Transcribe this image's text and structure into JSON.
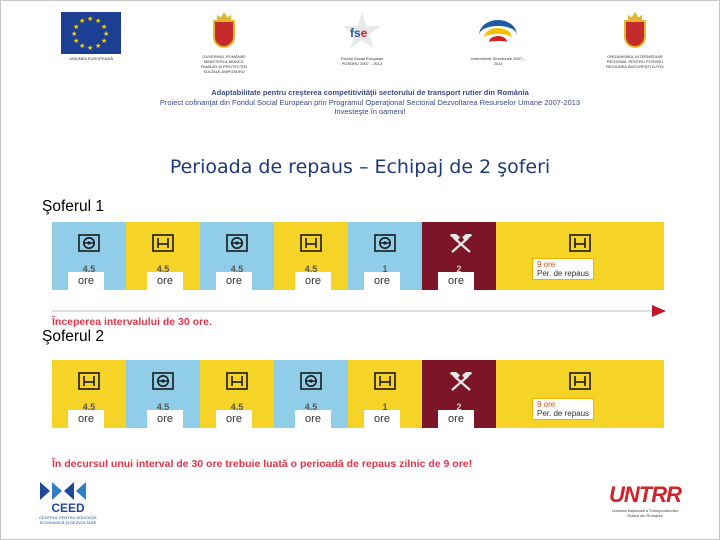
{
  "header": {
    "logos": [
      {
        "icon": "eu-flag-icon",
        "caption": "UNIUNEA EUROPEANĂ"
      },
      {
        "icon": "romania-coat-of-arms-icon",
        "caption": "GUVERNUL ROMÂNIEI MINISTERUL MUNCII, FAMILIEI ŞI PROTECŢIEI SOCIALE AMPOSDRU"
      },
      {
        "icon": "fse-logo-icon",
        "caption": "Fondul Social European POSDRU 2007 – 2013"
      },
      {
        "icon": "structural-instruments-logo-icon",
        "caption": "Instrumente Structurale 2007 – 2013"
      },
      {
        "icon": "oirposdru-coat-of-arms-icon",
        "caption": "ORGANISMUL INTERMEDIAR REGIONAL PENTRU POSDRU REGIUNEA BUCUREŞTI ILFOV"
      }
    ],
    "project_line1": "Adaptabilitate pentru creşterea competitivităţii sectorului de transport rutier din România",
    "project_line2": "Proiect cofinanţat din Fondul Social European prin Programul Operaţional Sectorial Dezvoltarea Resurselor Umane 2007-2013",
    "project_line3": "Investeşte în oameni!"
  },
  "title": "Perioada de repaus – Echipaj de 2 şoferi",
  "drivers": [
    {
      "label": "Şoferul 1",
      "segments": [
        {
          "kind": "drive",
          "icon": "steering-wheel-icon",
          "hours": "4,5",
          "unit": "ore"
        },
        {
          "kind": "rest",
          "icon": "bed-icon",
          "hours": "4,5",
          "unit": "ore"
        },
        {
          "kind": "drive",
          "icon": "steering-wheel-icon",
          "hours": "4,5",
          "unit": "ore"
        },
        {
          "kind": "rest",
          "icon": "bed-icon",
          "hours": "4,5",
          "unit": "ore"
        },
        {
          "kind": "drive",
          "icon": "steering-wheel-icon",
          "hours": "1",
          "unit": "ore"
        },
        {
          "kind": "work",
          "icon": "crossed-hammers-icon",
          "hours": "2",
          "unit": "ore"
        },
        {
          "kind": "pause",
          "icon": "bed-icon"
        }
      ],
      "rest_hours": "9 ore",
      "rest_label": "Per. de repaus"
    },
    {
      "label": "Şoferul 2",
      "segments": [
        {
          "kind": "rest",
          "icon": "bed-icon",
          "hours": "4,5",
          "unit": "ore"
        },
        {
          "kind": "drive",
          "icon": "steering-wheel-icon",
          "hours": "4,5",
          "unit": "ore"
        },
        {
          "kind": "rest",
          "icon": "bed-icon",
          "hours": "4,5",
          "unit": "ore"
        },
        {
          "kind": "drive",
          "icon": "steering-wheel-icon",
          "hours": "4,5",
          "unit": "ore"
        },
        {
          "kind": "rest",
          "icon": "bed-icon",
          "hours": "1",
          "unit": "ore"
        },
        {
          "kind": "work",
          "icon": "crossed-hammers-icon",
          "hours": "2",
          "unit": "ore"
        },
        {
          "kind": "pause",
          "icon": "bed-icon"
        }
      ],
      "rest_hours": "9 ore",
      "rest_label": "Per. de repaus"
    }
  ],
  "note_start": "Începerea intervalului de 30 ore.",
  "note_rule": "În decursul unui interval de 30 ore trebuie luată o perioadă de repaus zilnic de 9 ore!",
  "footer": {
    "ceed_name": "CEED",
    "ceed_caption": "CENTRUL PENTRU EDUCAŢIE ECONOMICĂ ŞI DEZVOLTARE",
    "untrr_name": "UNTRR",
    "untrr_caption": "Uniunea Naţională a Transportatorilor Rutieri din România"
  },
  "colors": {
    "drive": "#8fcde9",
    "rest": "#f5d327",
    "work": "#7c1528",
    "title": "#1f3a78",
    "note": "#e0364a"
  }
}
